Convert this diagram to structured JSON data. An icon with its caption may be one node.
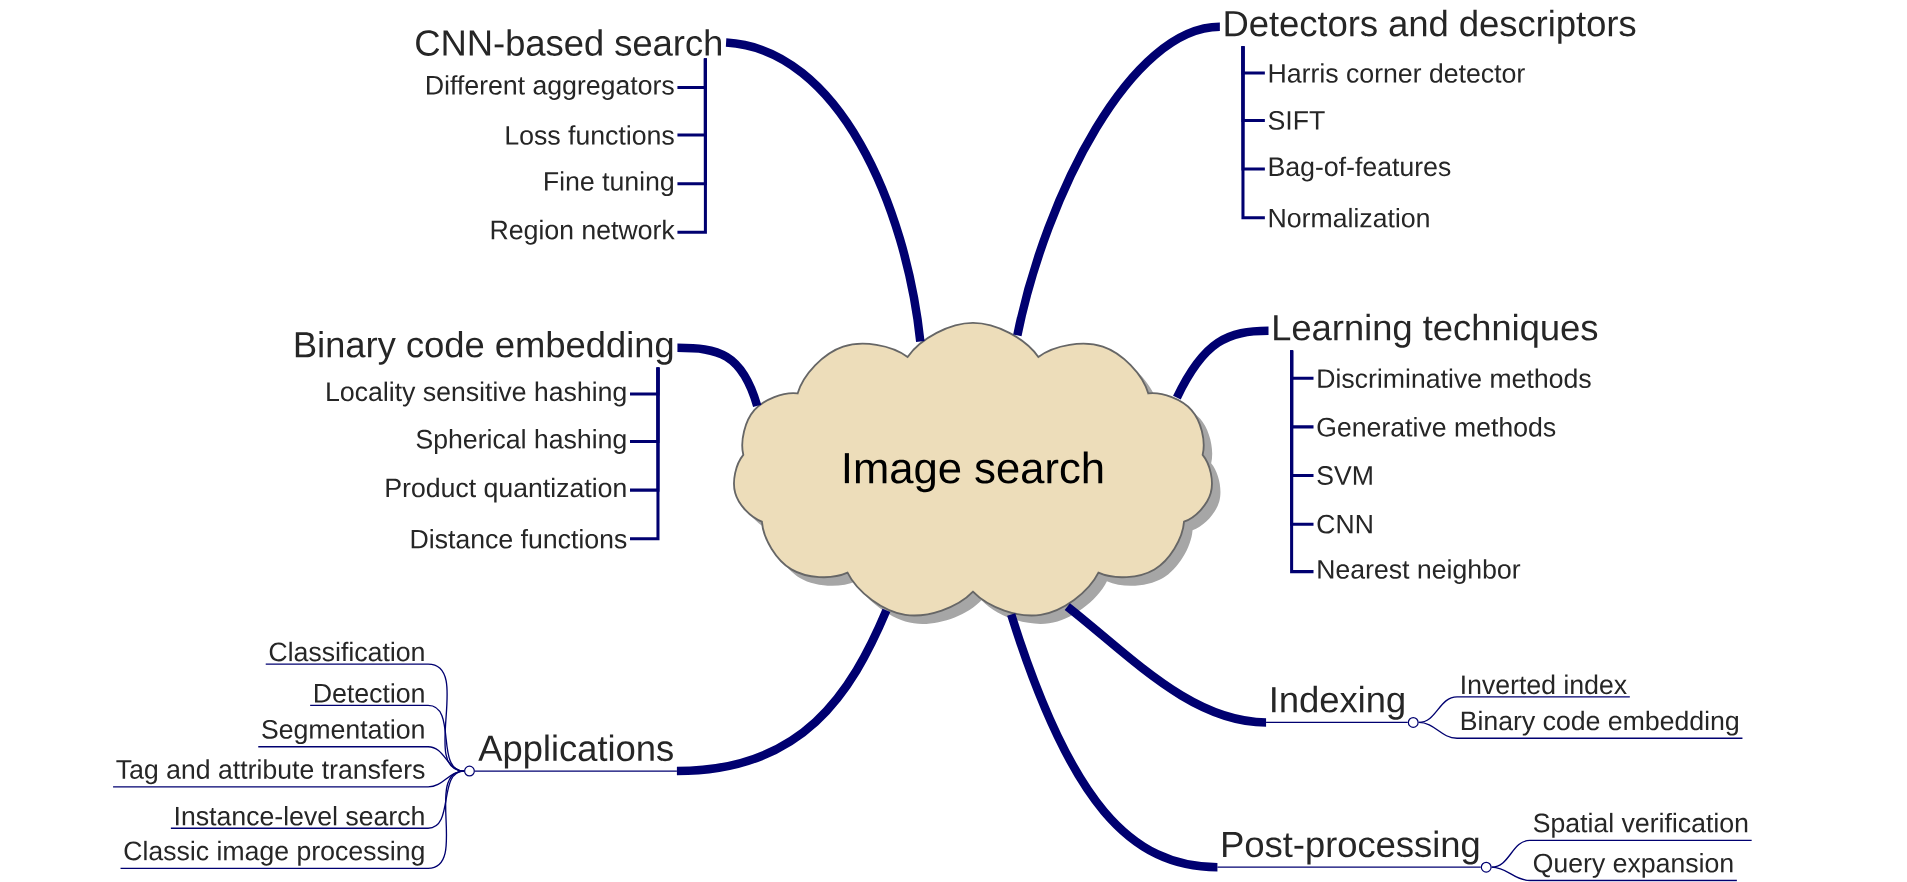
{
  "diagram": {
    "nodes": [
      {
        "text": [
          "Image search"
        ]
      },
      {
        "text": [
          "CNN-based search"
        ]
      },
      {
        "text": [
          "Different aggregators"
        ]
      },
      {
        "text": [
          "Loss functions"
        ]
      },
      {
        "text": [
          "Fine tuning"
        ]
      },
      {
        "text": [
          "Region network"
        ]
      },
      {
        "text": [
          "Detectors and descriptors"
        ]
      },
      {
        "text": [
          "Harris corner detector"
        ]
      },
      {
        "text": [
          "SIFT"
        ]
      },
      {
        "text": [
          "Bag-of-features"
        ]
      },
      {
        "text": [
          "Normalization"
        ]
      },
      {
        "text": [
          "Binary code embedding"
        ]
      },
      {
        "text": [
          "Locality sensitive hashing"
        ]
      },
      {
        "text": [
          "Spherical hashing"
        ]
      },
      {
        "text": [
          "Product quantization"
        ]
      },
      {
        "text": [
          "Distance functions"
        ]
      },
      {
        "text": [
          "Learning techniques"
        ]
      },
      {
        "text": [
          "Discriminative methods"
        ]
      },
      {
        "text": [
          "Generative methods"
        ]
      },
      {
        "text": [
          "SVM"
        ]
      },
      {
        "text": [
          "CNN"
        ]
      },
      {
        "text": [
          "Nearest neighbor"
        ]
      },
      {
        "text": [
          "Applications"
        ]
      },
      {
        "text": [
          "Classification"
        ]
      },
      {
        "text": [
          "Detection"
        ]
      },
      {
        "text": [
          "Segmentation"
        ]
      },
      {
        "text": [
          "Tag and attribute transfers"
        ]
      },
      {
        "text": [
          "Instance-level search"
        ]
      },
      {
        "text": [
          "Classic image processing"
        ]
      },
      {
        "text": [
          "Indexing"
        ]
      },
      {
        "text": [
          "Inverted index"
        ]
      },
      {
        "text": [
          "Binary code embedding"
        ]
      },
      {
        "text": [
          "Post-processing"
        ]
      },
      {
        "text": [
          "Spatial verification"
        ]
      },
      {
        "text": [
          "Query expansion"
        ]
      },
      {
        "text": [],
        "shape": "circle"
      },
      {
        "text": [],
        "shape": "circle"
      },
      {
        "text": [],
        "shape": "circle"
      }
    ],
    "edges": [
      {
        "from": 0,
        "to": 1,
        "arrow": "none",
        "style": "thick"
      },
      {
        "from": 1,
        "to": 2,
        "arrow": "none"
      },
      {
        "from": 1,
        "to": 3,
        "arrow": "none"
      },
      {
        "from": 1,
        "to": 4,
        "arrow": "none"
      },
      {
        "from": 1,
        "to": 5,
        "arrow": "none"
      },
      {
        "from": 0,
        "to": 6,
        "arrow": "none",
        "style": "thick"
      },
      {
        "from": 6,
        "to": 7,
        "arrow": "none"
      },
      {
        "from": 6,
        "to": 8,
        "arrow": "none"
      },
      {
        "from": 6,
        "to": 9,
        "arrow": "none"
      },
      {
        "from": 6,
        "to": 10,
        "arrow": "none"
      },
      {
        "from": 0,
        "to": 11,
        "arrow": "none",
        "style": "thick"
      },
      {
        "from": 11,
        "to": 12,
        "arrow": "none"
      },
      {
        "from": 11,
        "to": 13,
        "arrow": "none"
      },
      {
        "from": 11,
        "to": 14,
        "arrow": "none"
      },
      {
        "from": 11,
        "to": 15,
        "arrow": "none"
      },
      {
        "from": 0,
        "to": 16,
        "arrow": "none",
        "style": "thick"
      },
      {
        "from": 16,
        "to": 17,
        "arrow": "none"
      },
      {
        "from": 16,
        "to": 18,
        "arrow": "none"
      },
      {
        "from": 16,
        "to": 19,
        "arrow": "none"
      },
      {
        "from": 16,
        "to": 20,
        "arrow": "none"
      },
      {
        "from": 16,
        "to": 21,
        "arrow": "none"
      },
      {
        "from": 0,
        "to": 22,
        "arrow": "none",
        "style": "thick"
      },
      {
        "from": 22,
        "to": 35,
        "arrow": "none"
      },
      {
        "from": 35,
        "to": 23,
        "arrow": "none"
      },
      {
        "from": 35,
        "to": 24,
        "arrow": "none"
      },
      {
        "from": 35,
        "to": 25,
        "arrow": "none"
      },
      {
        "from": 35,
        "to": 26,
        "arrow": "none"
      },
      {
        "from": 35,
        "to": 27,
        "arrow": "none"
      },
      {
        "from": 35,
        "to": 28,
        "arrow": "none"
      },
      {
        "from": 0,
        "to": 29,
        "arrow": "none",
        "style": "thick"
      },
      {
        "from": 29,
        "to": 36,
        "arrow": "none"
      },
      {
        "from": 36,
        "to": 30,
        "arrow": "none"
      },
      {
        "from": 36,
        "to": 31,
        "arrow": "none"
      },
      {
        "from": 0,
        "to": 32,
        "arrow": "none",
        "style": "thick"
      },
      {
        "from": 32,
        "to": 37,
        "arrow": "none"
      },
      {
        "from": 37,
        "to": 33,
        "arrow": "none"
      },
      {
        "from": 37,
        "to": 34,
        "arrow": "none"
      }
    ]
  }
}
